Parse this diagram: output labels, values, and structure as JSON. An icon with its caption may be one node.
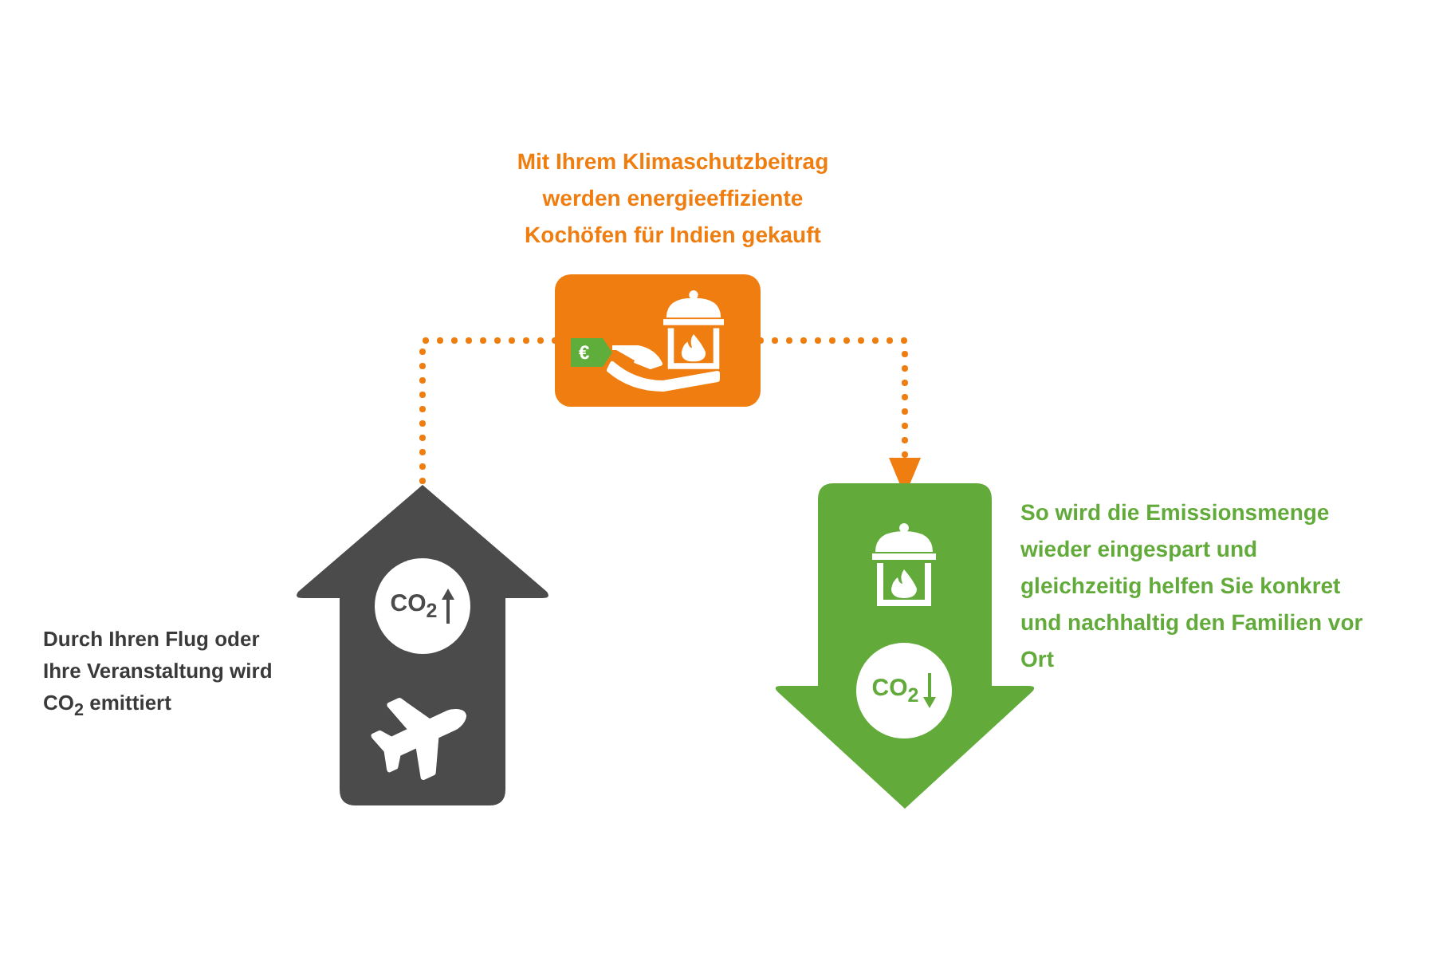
{
  "diagram": {
    "nodes": [
      {
        "text": [],
        "shape": "box",
        "beside": [
          "Mit Ihrem Klimaschutzbeitrag werden energieeffiziente Kochöfen für Indien gekauft"
        ]
      },
      {
        "text": [],
        "shape": "arrow",
        "beside": [
          "Durch Ihren Flug oder Ihre Veranstaltung wird CO$_{2}$ emittiert"
        ]
      },
      {
        "text": [
          "CO$_{2}$"
        ],
        "in": 1
      },
      {
        "text": [],
        "shape": "arrow",
        "beside": [
          "So wird die Emissionsmenge wieder eingespart und gleichzeitig helfen Sie konkret und nachhaltig den Familien vor Ort"
        ]
      },
      {
        "text": [
          "CO$_{2}$"
        ],
        "in": 3
      }
    ],
    "edges": [
      {
        "from": 0,
        "to": 1,
        "arrow": "none",
        "style": "dashed"
      },
      {
        "from": 0,
        "to": 3,
        "arrow": "to",
        "style": "dashed"
      }
    ],
    "labels": [
      "€"
    ]
  }
}
